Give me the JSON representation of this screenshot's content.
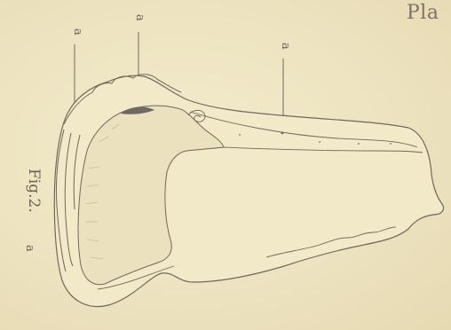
{
  "plate": {
    "title": "Pla",
    "figure_label": "Fig.2.",
    "leaders": [
      {
        "letter": "a"
      },
      {
        "letter": "a"
      },
      {
        "letter": "a"
      },
      {
        "letter": "a"
      }
    ]
  },
  "colors": {
    "paper": "#efe6c4",
    "ink": "#6a6358",
    "shading": "#8a8476"
  }
}
